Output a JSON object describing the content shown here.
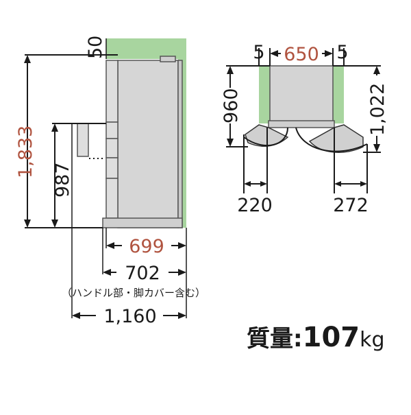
{
  "side_view": {
    "top_clearance": "50",
    "height_total": "1,833",
    "height_handle": "987",
    "depth_body": "699",
    "depth_total": "702",
    "depth_note": "（ハンドル部・脚カバー含む）",
    "depth_open": "1,160"
  },
  "top_view": {
    "side_clearance_left": "5",
    "width": "650",
    "side_clearance_right": "5",
    "depth_closed": "960",
    "depth_open": "1,022",
    "door_swing_left": "220",
    "door_swing_right": "272"
  },
  "weight": {
    "label": "質量:",
    "value": "107",
    "unit": "kg"
  },
  "colors": {
    "clearance": "#a8d59f",
    "highlight_text": "#b0533f",
    "line": "#1a1a1a",
    "body": "#d4d4d4"
  }
}
